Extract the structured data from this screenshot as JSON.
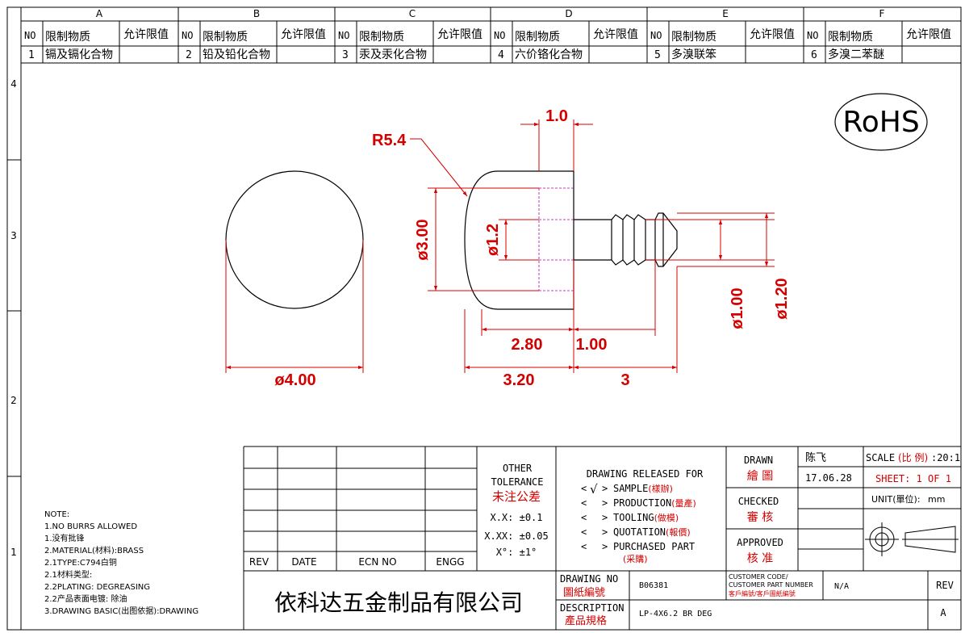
{
  "zones": {
    "columns": [
      "A",
      "B",
      "C",
      "D",
      "E",
      "F"
    ],
    "rows": [
      "4",
      "3",
      "2",
      "1"
    ]
  },
  "restricted": {
    "no_label": "NO",
    "substance_label": "限制物质",
    "limit_label": "允许限值",
    "items": [
      {
        "no": "1",
        "name": "镉及镉化合物"
      },
      {
        "no": "2",
        "name": "铅及铅化合物"
      },
      {
        "no": "3",
        "name": "汞及汞化合物"
      },
      {
        "no": "4",
        "name": "六价铬化合物"
      },
      {
        "no": "5",
        "name": "多溴联笨"
      },
      {
        "no": "6",
        "name": "多溴二苯醚"
      }
    ]
  },
  "rohs": "RoHS",
  "dimensions": {
    "r54": "R5.4",
    "d10": "1.0",
    "phi300": "ø3.00",
    "phi12": "ø1.2",
    "phi100": "ø1.00",
    "phi120": "ø1.20",
    "d280": "2.80",
    "d100": "1.00",
    "d320": "3.20",
    "d3": "3",
    "phi400": "ø4.00"
  },
  "notes": {
    "lines": [
      "NOTE:",
      "1.NO BURRS ALLOWED",
      "1.没有批锋",
      "2.MATERIAL(材料):BRASS",
      "2.1TYPE:C794白铜",
      "2.1材料类型:",
      "2.2PLATING: DEGREASING",
      "2.2产品表面电镀: 除油",
      "3.DRAWING BASIC(出图依据):DRAWING"
    ]
  },
  "revision": {
    "rev": "REV",
    "date": "DATE",
    "ecn": "ECN NO",
    "engg": "ENGG"
  },
  "tolerance": {
    "l1": "OTHER",
    "l2": "TOLERANCE",
    "cn": "未注公差",
    "xx": "X.X: ±0.1",
    "xxx": "X.XX: ±0.05",
    "deg": "X°: ±1°"
  },
  "release": {
    "title": "DRAWING RELEASED FOR",
    "items": [
      {
        "mark": "√",
        "en": "SAMPLE",
        "cn": "(樣辦)"
      },
      {
        "mark": "",
        "en": "PRODUCTION",
        "cn": "(量產)"
      },
      {
        "mark": "",
        "en": "TOOLING",
        "cn": "(做模)"
      },
      {
        "mark": "",
        "en": "QUOTATION",
        "cn": "(報價)"
      },
      {
        "mark": "",
        "en": "PURCHASED PART",
        "cn": "(采購)"
      }
    ]
  },
  "signoff": {
    "drawn": "DRAWN",
    "drawn_cn": "繪 圖",
    "drawer": "陈飞",
    "date": "17.06.28",
    "checked": "CHECKED",
    "checked_cn": "審 核",
    "approved": "APPROVED",
    "approved_cn": "核 准",
    "scale_label": "SCALE",
    "scale_cn": "(比 例)",
    "scale_value": ":20:1",
    "sheet": "SHEET:  1 OF 1",
    "unit_label": "UNIT(單位):",
    "unit_value": "mm"
  },
  "company": "依科达五金制品有限公司",
  "drawing_no": {
    "label": "DRAWING NO",
    "cn": "圖紙編號",
    "value": "B06381"
  },
  "customer": {
    "l1": "CUSTOMER CODE/",
    "l2": "CUSTOMER PART NUMBER",
    "cn": "客戶編號/客戶圖紙編號",
    "value": "N/A"
  },
  "rev_box": {
    "label": "REV",
    "value": "A"
  },
  "description": {
    "label": "DESCRIPTION",
    "cn": "產品規格",
    "value": "LP-4X6.2 BR DEG"
  },
  "colors": {
    "dim": "#d40000",
    "outline": "#000000",
    "hidden": "#b000b0"
  }
}
